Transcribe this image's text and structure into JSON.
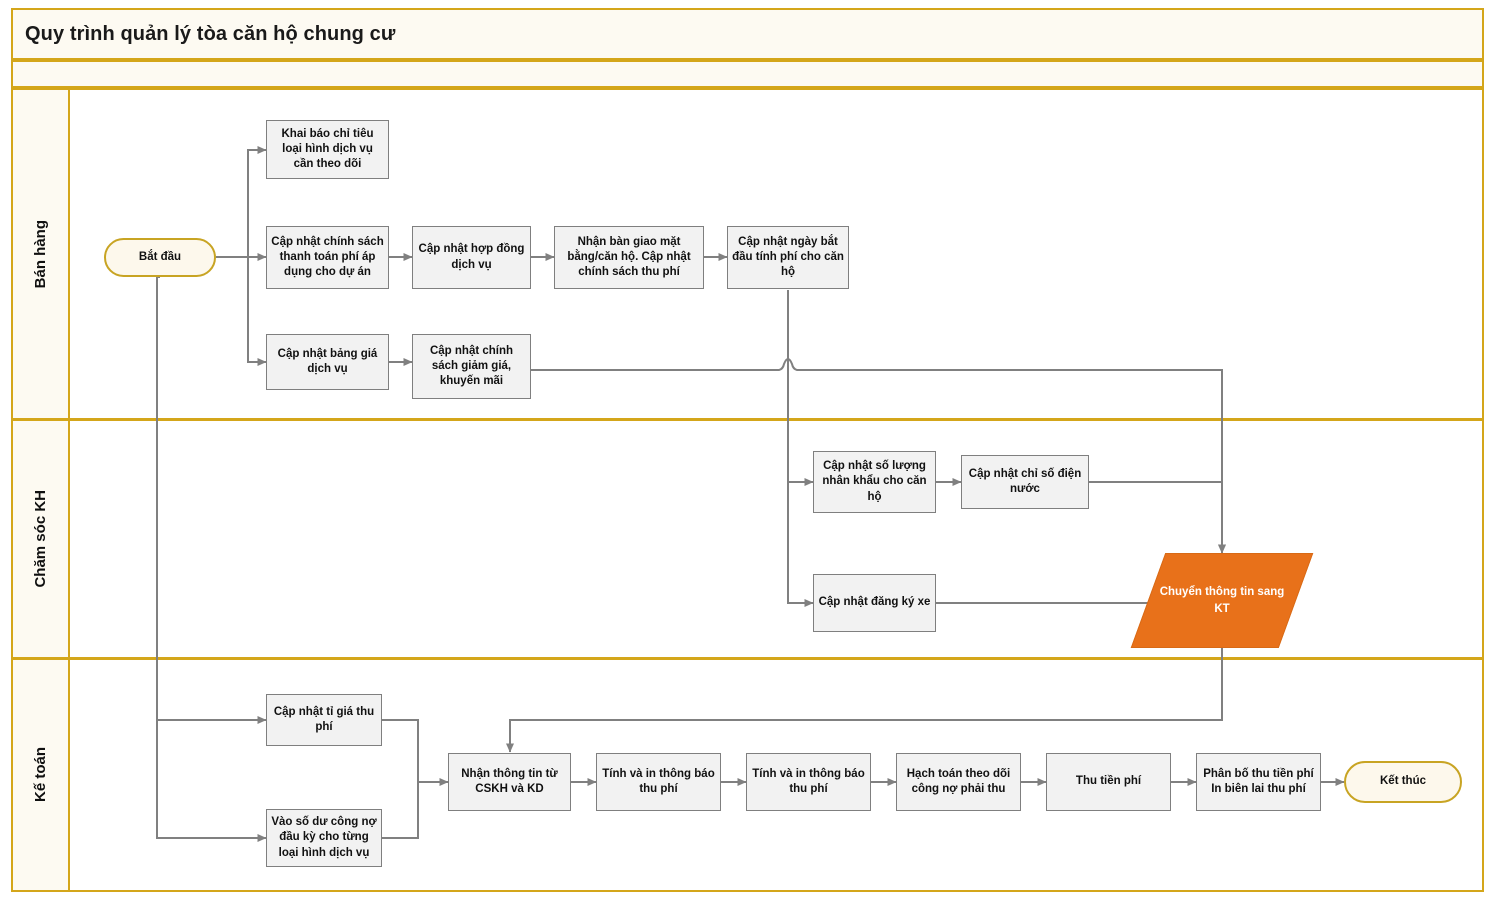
{
  "diagram": {
    "title": "Quy trình quản lý tòa căn hộ chung cư",
    "type": "flowchart-swimlane",
    "accent_color": "#d4a61a",
    "lane_fill": "#fdfaf2",
    "node_fill": "#f2f2f2",
    "node_stroke": "#7f7f7f",
    "transfer_fill": "#e8711a",
    "terminator_stroke": "#c8a423",
    "connector_color": "#808080"
  },
  "lanes": [
    {
      "id": "lane-ban-hang",
      "label": "Bán hàng"
    },
    {
      "id": "lane-cham-soc-kh",
      "label": "Chăm sóc KH"
    },
    {
      "id": "lane-ke-toan",
      "label": "Kế toán"
    }
  ],
  "nodes": [
    {
      "id": "start",
      "shape": "terminator",
      "lane": "Bán hàng",
      "label": "Bắt đầu"
    },
    {
      "id": "n1",
      "shape": "process",
      "lane": "Bán hàng",
      "label": "Khai báo chỉ tiêu loại hình dịch vụ cần theo dõi"
    },
    {
      "id": "n2",
      "shape": "process",
      "lane": "Bán hàng",
      "label": "Cập nhật chính sách thanh toán phí áp dụng cho dự án"
    },
    {
      "id": "n3",
      "shape": "process",
      "lane": "Bán hàng",
      "label": "Cập nhật hợp đồng dịch vụ"
    },
    {
      "id": "n4",
      "shape": "process",
      "lane": "Bán hàng",
      "label": "Nhận bàn giao mặt bằng/căn hộ. Cập nhật chính sách thu phí"
    },
    {
      "id": "n5",
      "shape": "process",
      "lane": "Bán hàng",
      "label": "Cập nhật ngày bắt đầu tính phí cho căn hộ"
    },
    {
      "id": "n6",
      "shape": "process",
      "lane": "Bán hàng",
      "label": "Cập nhật bảng giá dịch vụ"
    },
    {
      "id": "n7",
      "shape": "process",
      "lane": "Bán hàng",
      "label": "Cập nhật chính sách giảm giá, khuyến mãi"
    },
    {
      "id": "n8",
      "shape": "process",
      "lane": "Chăm sóc KH",
      "label": "Cập nhật số lượng nhân khẩu cho căn hộ"
    },
    {
      "id": "n9",
      "shape": "process",
      "lane": "Chăm sóc KH",
      "label": "Cập nhật chỉ số điện nước"
    },
    {
      "id": "n10",
      "shape": "process",
      "lane": "Chăm sóc KH",
      "label": "Cập nhật đăng ký xe"
    },
    {
      "id": "transfer",
      "shape": "transfer",
      "lane": "Chăm sóc KH",
      "label": "Chuyển thông tin sang KT"
    },
    {
      "id": "n11",
      "shape": "process",
      "lane": "Kế toán",
      "label": "Cập nhật tỉ giá thu phí"
    },
    {
      "id": "n12",
      "shape": "process",
      "lane": "Kế toán",
      "label": "Vào số dư công nợ đầu kỳ cho từng loại hình dịch vụ"
    },
    {
      "id": "n13",
      "shape": "process",
      "lane": "Kế toán",
      "label": "Nhận thông tin từ CSKH và KD"
    },
    {
      "id": "n14",
      "shape": "process",
      "lane": "Kế toán",
      "label": "Tính và in thông báo thu phí"
    },
    {
      "id": "n15",
      "shape": "process",
      "lane": "Kế toán",
      "label": "Tính và in thông báo thu phí"
    },
    {
      "id": "n16",
      "shape": "process",
      "lane": "Kế toán",
      "label": "Hạch toán theo dõi công nợ phải thu"
    },
    {
      "id": "n17",
      "shape": "process",
      "lane": "Kế toán",
      "label": "Thu tiền phí"
    },
    {
      "id": "n18",
      "shape": "process",
      "lane": "Kế toán",
      "label": "Phân bố thu tiền phí In biên lai thu phí"
    },
    {
      "id": "end",
      "shape": "terminator",
      "lane": "Kế toán",
      "label": "Kết thúc"
    }
  ],
  "edges": [
    {
      "from": "start",
      "to": "n1"
    },
    {
      "from": "start",
      "to": "n2"
    },
    {
      "from": "start",
      "to": "n6"
    },
    {
      "from": "start",
      "to": "n11"
    },
    {
      "from": "start",
      "to": "n12"
    },
    {
      "from": "n2",
      "to": "n3"
    },
    {
      "from": "n3",
      "to": "n4"
    },
    {
      "from": "n4",
      "to": "n5"
    },
    {
      "from": "n6",
      "to": "n7"
    },
    {
      "from": "n7",
      "to": "transfer"
    },
    {
      "from": "n5",
      "to": "n8"
    },
    {
      "from": "n5",
      "to": "n10"
    },
    {
      "from": "n8",
      "to": "n9"
    },
    {
      "from": "n9",
      "to": "transfer"
    },
    {
      "from": "n10",
      "to": "transfer"
    },
    {
      "from": "transfer",
      "to": "n13"
    },
    {
      "from": "n11",
      "to": "n13"
    },
    {
      "from": "n12",
      "to": "n13"
    },
    {
      "from": "n13",
      "to": "n14"
    },
    {
      "from": "n14",
      "to": "n15"
    },
    {
      "from": "n15",
      "to": "n16"
    },
    {
      "from": "n16",
      "to": "n17"
    },
    {
      "from": "n17",
      "to": "n18"
    },
    {
      "from": "n18",
      "to": "end"
    }
  ]
}
